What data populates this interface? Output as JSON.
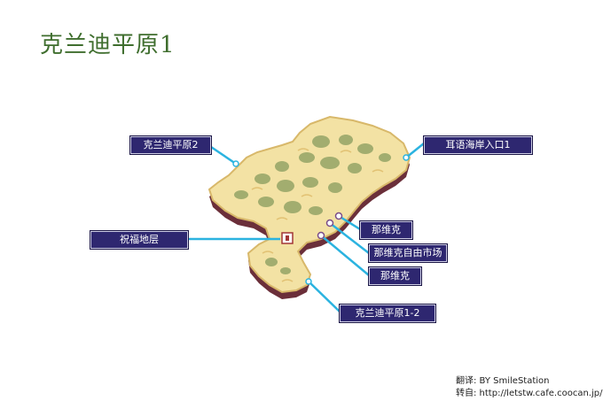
{
  "title": "克兰迪平原1",
  "labels": {
    "k2": "克兰迪平原2",
    "ear": "耳语海岸入口1",
    "blessing": "祝福地层",
    "navik1": "那维克",
    "navik_market": "那维克自由市场",
    "navik2": "那维克",
    "k12": "克兰迪平原1-2"
  },
  "credits": {
    "translation": "翻译: BY SmileStation",
    "source": "转自: http://letstw.cafe.coocan.jp/"
  },
  "colors": {
    "title": "#3f6e2e",
    "label_bg": "#2e2770",
    "connector": "#2bb3e0",
    "land": "#f3e2a4",
    "vegetation": "#9aa86a",
    "cliff": "#6b2f3a"
  }
}
